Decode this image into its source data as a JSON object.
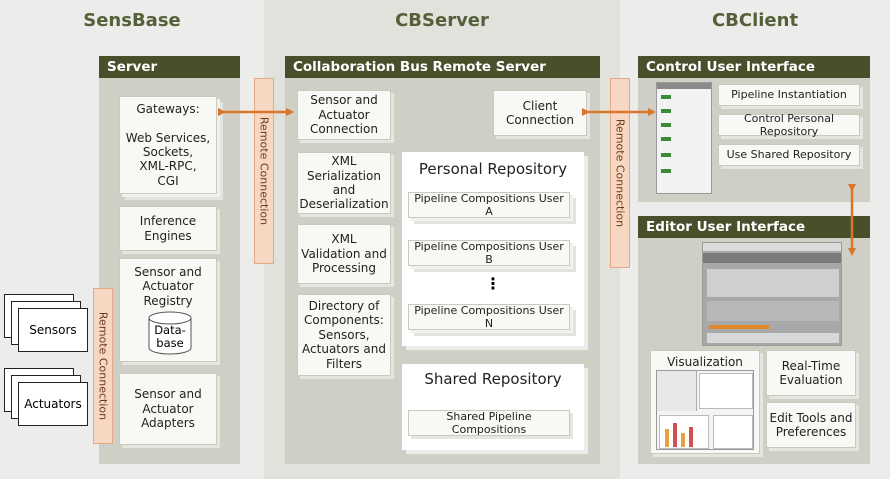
{
  "columns": {
    "sensbase": "SensBase",
    "cbserver": "CBServer",
    "cbclient": "CBClient"
  },
  "server": {
    "title": "Server",
    "gateways": "Gateways:\n\nWeb Services,\nSockets,\nXML-RPC,\nCGI",
    "inference": "Inference\nEngines",
    "registry": "Sensor and\nActuator\nRegistry",
    "database": "Data-\nbase",
    "adapters": "Sensor and\nActuator\nAdapters"
  },
  "remote_connection": "Remote Connection",
  "external": {
    "sensors": "Sensors",
    "actuators": "Actuators"
  },
  "cbs": {
    "title": "Collaboration Bus Remote Server",
    "sensor_actuator_connection": "Sensor and\nActuator\nConnection",
    "client_connection": "Client\nConnection",
    "xml_serialization": "XML\nSerialization\nand\nDeserialization",
    "xml_validation": "XML\nValidation and\nProcessing",
    "directory": "Directory of\nComponents:\nSensors,\nActuators and\nFilters",
    "personal_repository": "Personal Repository",
    "pipeline_a": "Pipeline Compositions User A",
    "pipeline_b": "Pipeline Compositions User B",
    "pipeline_n": "Pipeline Compositions User N",
    "ellipsis": "⋮",
    "shared_repository": "Shared Repository",
    "shared_pipelines": "Shared Pipeline Compositions"
  },
  "control_ui": {
    "title": "Control User Interface",
    "pipeline_instantiation": "Pipeline Instantiation",
    "control_personal": "Control Personal Repository",
    "use_shared": "Use Shared Repository"
  },
  "editor_ui": {
    "title": "Editor User Interface",
    "visualization": "Visualization",
    "realtime": "Real-Time\nEvaluation",
    "edit_tools": "Edit Tools and\nPreferences"
  },
  "colors": {
    "header": "#4a4f2b",
    "panel": "#cfcfc6",
    "title": "#55603a",
    "arrow": "#d9762a",
    "remote": "#f7d7c1"
  }
}
